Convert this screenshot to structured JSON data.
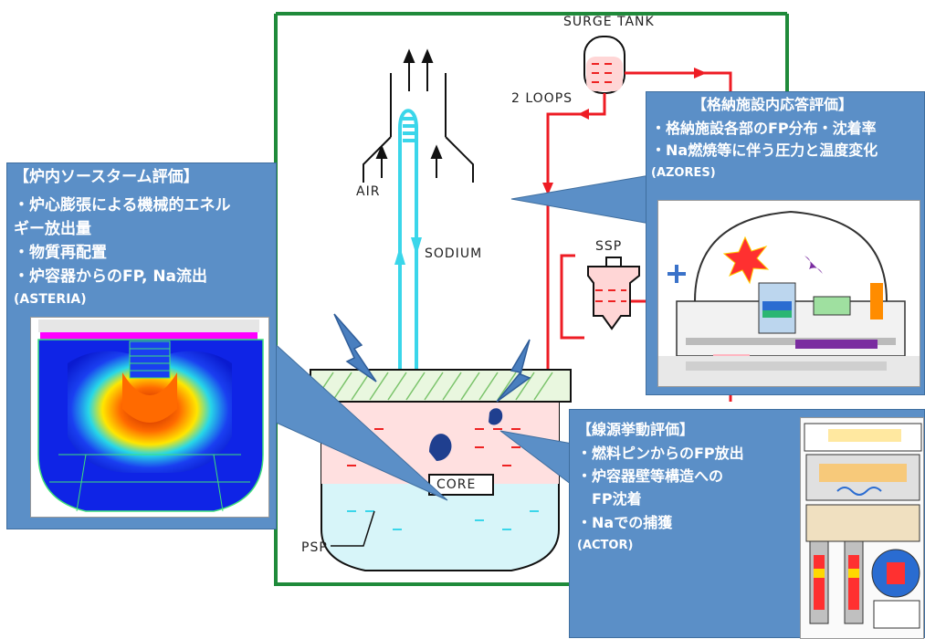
{
  "diagram": {
    "labels": {
      "surge_tank": "SURGE TANK",
      "loops": "2 LOOPS",
      "air": "AIR",
      "sodium": "SODIUM",
      "ssp": "SSP",
      "core": "CORE",
      "psp": "PSP"
    },
    "colors": {
      "frame_green": "#1f8a3a",
      "primary_red": "#ee1c24",
      "sodium_cyan": "#3ad6ea",
      "pool_light_blue": "#bfeff5",
      "callout_blue": "#5b8fc7",
      "lightning_blue": "#4a7fbf"
    }
  },
  "callouts": {
    "in_vessel": {
      "title": "【炉内ソースターム評価】",
      "lines": [
        "・炉心膨張による機械的エネル",
        "ギー放出量",
        "・物質再配置",
        "・炉容器からのFP, Na流出"
      ],
      "code": "(ASTERIA)"
    },
    "containment": {
      "title": "【格納施設内応答評価】",
      "lines": [
        "・格納施設各部のFP分布・沈着率",
        "・Na燃焼等に伴う圧力と温度変化"
      ],
      "code": "(AZORES)"
    },
    "source": {
      "title": "【線源挙動評価】",
      "lines": [
        "・燃料ピンからのFP放出",
        "・炉容器壁等構造への",
        "FP沈着",
        "・Naでの捕獲"
      ],
      "code": "(ACTOR)"
    }
  }
}
